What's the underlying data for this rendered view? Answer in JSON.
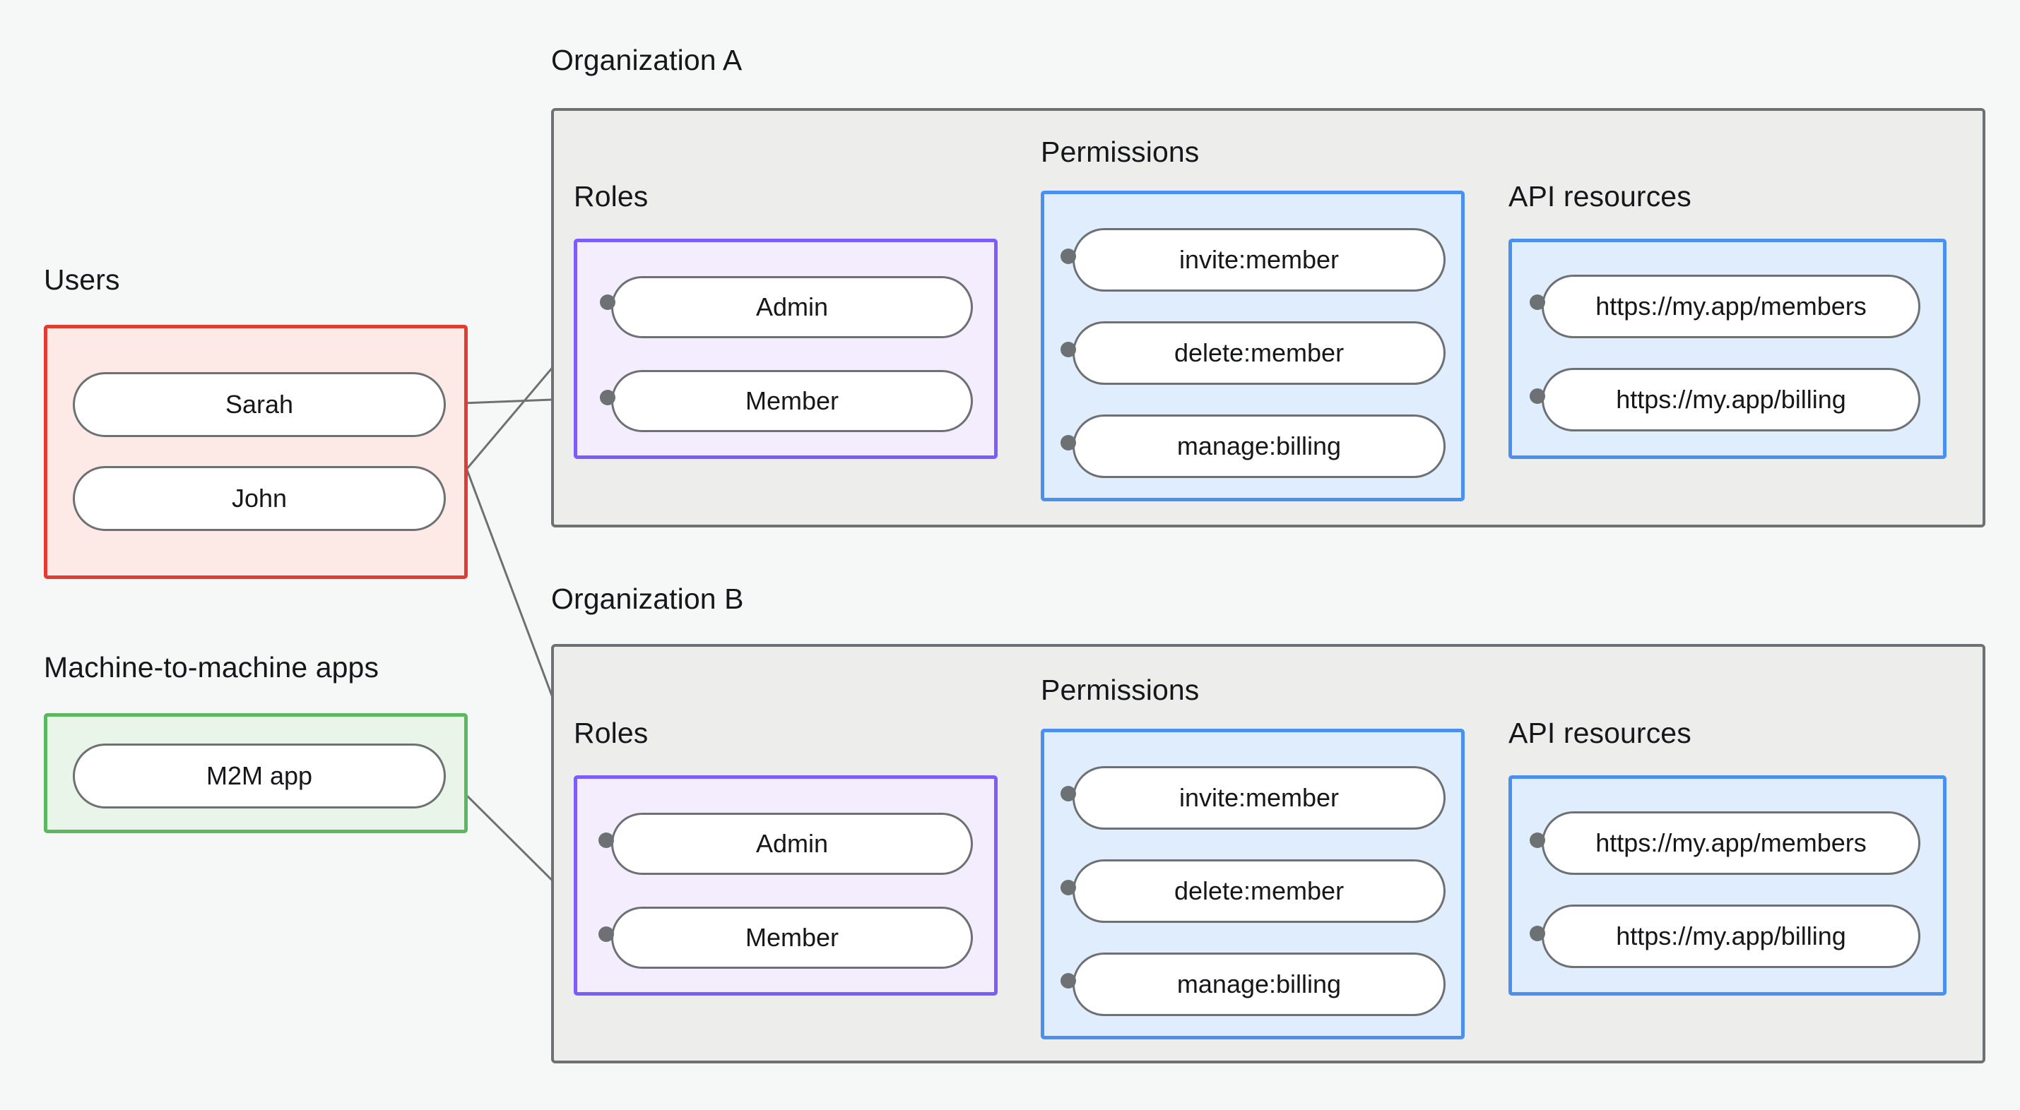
{
  "page": {
    "background": "#f6f8f7",
    "title": "Organizations, roles, permissions and API resources diagram"
  },
  "colors": {
    "users_border": "#e23b30",
    "users_fill": "#fdeae7",
    "m2m_border": "#5bb85f",
    "m2m_fill": "#e9f5e9",
    "roles_border": "#7c5cfa",
    "roles_fill": "#f3edfe",
    "permissions_border": "#4a90f0",
    "permissions_fill": "#dfedfd",
    "api_border": "#4a90f0",
    "api_fill": "#dfedfd",
    "org_border": "#6e7173",
    "org_fill": "#ededec",
    "node_border": "#6e7173",
    "node_fill": "#ffffff",
    "edge": "#6e7173",
    "text": "#15171a"
  },
  "captions": {
    "users": "Users",
    "m2m": "Machine-to-machine apps",
    "org_a": "Organization A",
    "org_b": "Organization B",
    "roles_a": "Roles",
    "permissions_a": "Permissions",
    "api_a": "API resources",
    "roles_b": "Roles",
    "permissions_b": "Permissions",
    "api_b": "API resources"
  },
  "users": {
    "label": "Users",
    "items": [
      {
        "label": "Sarah"
      },
      {
        "label": "John"
      }
    ]
  },
  "m2m_apps": {
    "label": "Machine-to-machine apps",
    "items": [
      {
        "label": "M2M app"
      }
    ]
  },
  "organizations": [
    {
      "name": "Organization A",
      "roles": {
        "label": "Roles",
        "items": [
          {
            "label": "Admin"
          },
          {
            "label": "Member"
          }
        ]
      },
      "permissions": {
        "label": "Permissions",
        "items": [
          {
            "label": "invite:member"
          },
          {
            "label": "delete:member"
          },
          {
            "label": "manage:billing"
          }
        ]
      },
      "api_resources": {
        "label": "API resources",
        "items": [
          {
            "label": "https://my.app/members"
          },
          {
            "label": "https://my.app/billing"
          }
        ]
      }
    },
    {
      "name": "Organization B",
      "roles": {
        "label": "Roles",
        "items": [
          {
            "label": "Admin"
          },
          {
            "label": "Member"
          }
        ]
      },
      "permissions": {
        "label": "Permissions",
        "items": [
          {
            "label": "invite:member"
          },
          {
            "label": "delete:member"
          },
          {
            "label": "manage:billing"
          }
        ]
      },
      "api_resources": {
        "label": "API resources",
        "items": [
          {
            "label": "https://my.app/members"
          },
          {
            "label": "https://my.app/billing"
          }
        ]
      }
    }
  ],
  "connections": [
    {
      "from": "Sarah",
      "to": "Organization A / Member"
    },
    {
      "from": "Sarah",
      "to": "Organization B / Admin"
    },
    {
      "from": "John",
      "to": "Organization A / Admin"
    },
    {
      "from": "M2M app",
      "to": "Organization B / Member"
    },
    {
      "from": "Organization A / Admin",
      "to": "Organization A / invite:member"
    },
    {
      "from": "Organization A / Admin",
      "to": "Organization A / delete:member"
    },
    {
      "from": "Organization A / Member",
      "to": "Organization A / manage:billing"
    },
    {
      "from": "Organization A / invite:member",
      "to": "Organization A / https://my.app/members"
    },
    {
      "from": "Organization A / delete:member",
      "to": "Organization A / https://my.app/members"
    },
    {
      "from": "Organization A / manage:billing",
      "to": "Organization A / https://my.app/billing"
    },
    {
      "from": "Organization B / Admin",
      "to": "Organization B / invite:member"
    },
    {
      "from": "Organization B / Admin",
      "to": "Organization B / delete:member"
    },
    {
      "from": "Organization B / Member",
      "to": "Organization B / manage:billing"
    },
    {
      "from": "Organization B / invite:member",
      "to": "Organization B / https://my.app/members"
    },
    {
      "from": "Organization B / delete:member",
      "to": "Organization B / https://my.app/members"
    },
    {
      "from": "Organization B / manage:billing",
      "to": "Organization B / https://my.app/billing"
    }
  ]
}
